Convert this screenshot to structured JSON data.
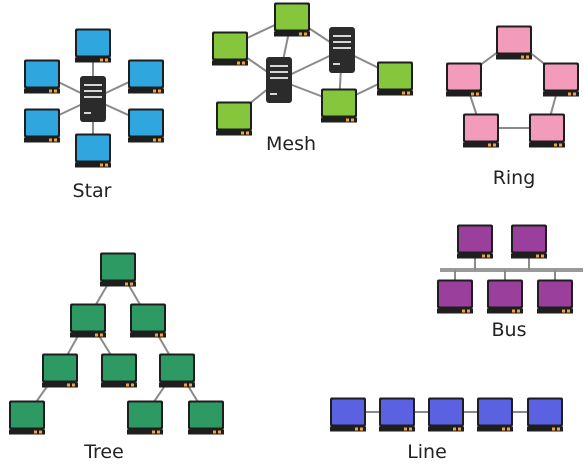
{
  "labels": {
    "star": "Star",
    "mesh": "Mesh",
    "ring": "Ring",
    "bus": "Bus",
    "tree": "Tree",
    "line": "Line"
  },
  "colors": {
    "star": "#2fa6dd",
    "mesh": "#86c63c",
    "ring": "#f29bbb",
    "bus": "#9b3f9c",
    "tree": "#2e9a63",
    "line": "#5b62e2",
    "link": "#8a8a8a",
    "device_frame": "#1e1e1e",
    "server": "#2b2b2b",
    "indicator": "#f2a23a"
  },
  "topologies": [
    {
      "id": "star",
      "computers": 6,
      "servers": 1
    },
    {
      "id": "mesh",
      "computers": 5,
      "servers": 2
    },
    {
      "id": "ring",
      "computers": 5,
      "servers": 0
    },
    {
      "id": "bus",
      "computers": 5,
      "servers": 0
    },
    {
      "id": "tree",
      "computers": 9,
      "servers": 0
    },
    {
      "id": "line",
      "computers": 5,
      "servers": 0
    }
  ]
}
